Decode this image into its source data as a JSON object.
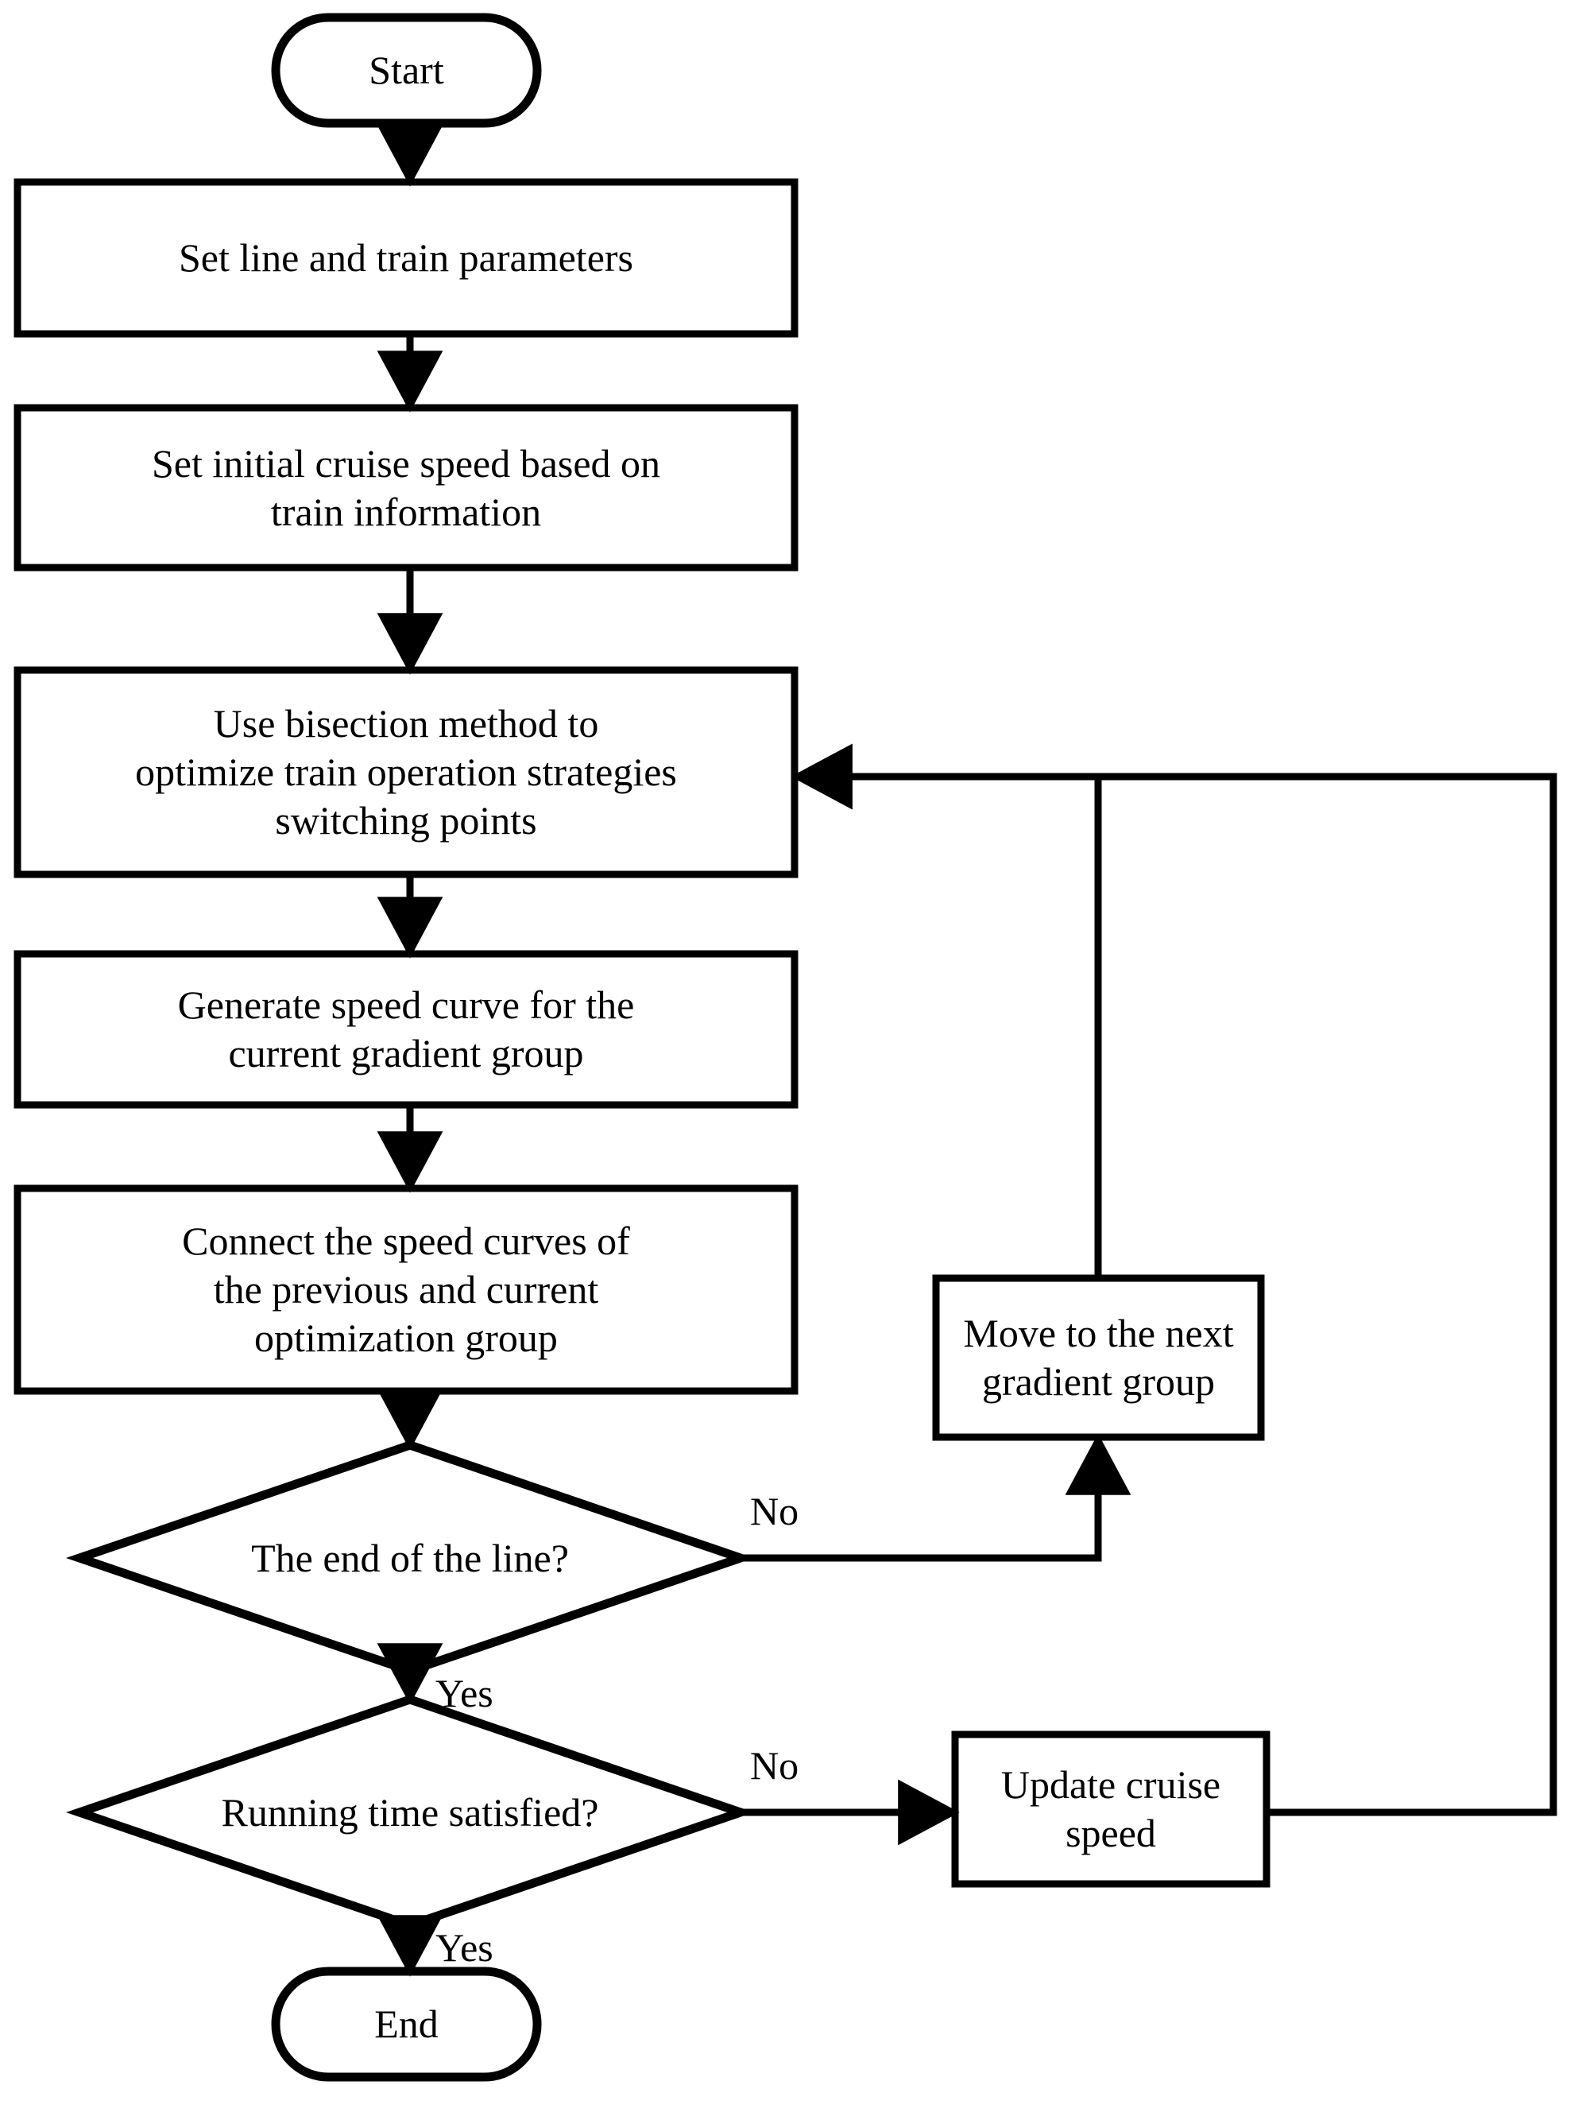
{
  "diagram": {
    "title": "Train speed curve optimization flowchart",
    "type": "flowchart",
    "background_color": "#ffffff",
    "stroke_color": "#000000",
    "text_color": "#000000"
  },
  "nodes": {
    "start": {
      "label": "Start",
      "shape": "stadium"
    },
    "set_params": {
      "label": "Set line and train parameters",
      "shape": "rectangle"
    },
    "set_cruise": {
      "label": "Set initial cruise speed based on\ntrain information",
      "shape": "rectangle"
    },
    "bisection": {
      "label": "Use bisection method to\noptimize train operation strategies\nswitching points",
      "shape": "rectangle"
    },
    "generate_curve": {
      "label": "Generate speed curve for the\ncurrent gradient group",
      "shape": "rectangle"
    },
    "connect_curves": {
      "label": "Connect the speed curves of\nthe previous and current\noptimization group",
      "shape": "rectangle"
    },
    "end_of_line": {
      "label": "The end of the line?",
      "shape": "diamond"
    },
    "running_time": {
      "label": "Running time satisfied?",
      "shape": "diamond"
    },
    "move_next": {
      "label": "Move to the next\ngradient group",
      "shape": "rectangle"
    },
    "update_speed": {
      "label": "Update cruise speed",
      "shape": "rectangle"
    },
    "end": {
      "label": "End",
      "shape": "stadium"
    }
  },
  "edge_labels": {
    "end_of_line_no": "No",
    "end_of_line_yes": "Yes",
    "running_time_no": "No",
    "running_time_yes": "Yes"
  },
  "edges": [
    {
      "from": "start",
      "to": "set_params",
      "label": ""
    },
    {
      "from": "set_params",
      "to": "set_cruise",
      "label": ""
    },
    {
      "from": "set_cruise",
      "to": "bisection",
      "label": ""
    },
    {
      "from": "bisection",
      "to": "generate_curve",
      "label": ""
    },
    {
      "from": "generate_curve",
      "to": "connect_curves",
      "label": ""
    },
    {
      "from": "connect_curves",
      "to": "end_of_line",
      "label": ""
    },
    {
      "from": "end_of_line",
      "to": "move_next",
      "label": "No"
    },
    {
      "from": "end_of_line",
      "to": "running_time",
      "label": "Yes"
    },
    {
      "from": "move_next",
      "to": "bisection",
      "label": ""
    },
    {
      "from": "running_time",
      "to": "update_speed",
      "label": "No"
    },
    {
      "from": "running_time",
      "to": "end",
      "label": "Yes"
    },
    {
      "from": "update_speed",
      "to": "bisection",
      "label": ""
    }
  ]
}
